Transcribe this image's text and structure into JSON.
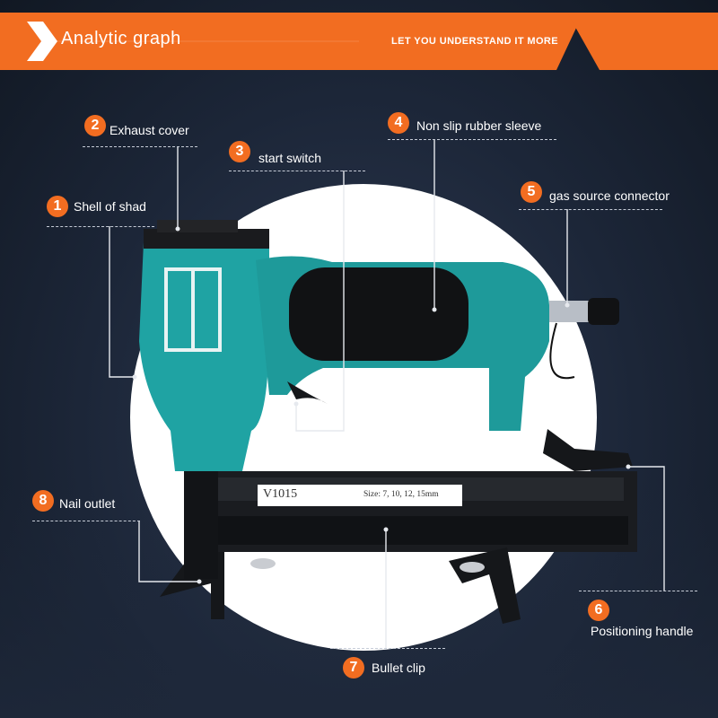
{
  "banner": {
    "title": "Analytic graph",
    "subtitle": "LET YOU UNDERSTAND IT MORE"
  },
  "tool": {
    "model_label": "V1015",
    "size_label": "Size: 7, 10, 12, 15mm"
  },
  "callouts": [
    {
      "number": "1",
      "label": "Shell of shad"
    },
    {
      "number": "2",
      "label": "Exhaust cover"
    },
    {
      "number": "3",
      "label": "start switch"
    },
    {
      "number": "4",
      "label": "Non slip rubber sleeve"
    },
    {
      "number": "5",
      "label": "gas source connector"
    },
    {
      "number": "6",
      "label": "Positioning handle"
    },
    {
      "number": "7",
      "label": "Bullet clip"
    },
    {
      "number": "8",
      "label": "Nail outlet"
    }
  ],
  "colors": {
    "accent": "#f26d21",
    "tool_body": "#1fa3a3",
    "background": "#1b2534"
  }
}
